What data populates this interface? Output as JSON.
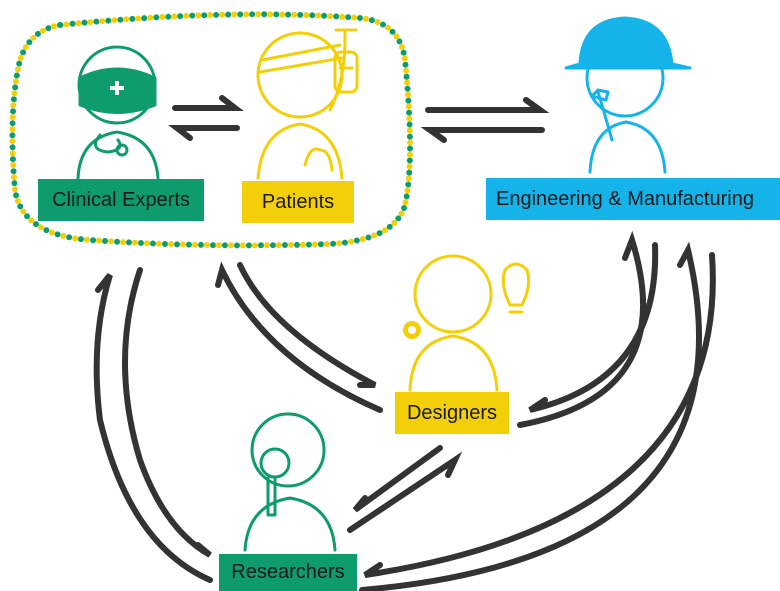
{
  "diagram": {
    "nodes": {
      "clinical_experts": {
        "label": "Clinical Experts",
        "color": "#0e9b6e",
        "icon": "surgeon-icon"
      },
      "patients": {
        "label": "Patients",
        "color": "#f3cf0a",
        "icon": "patient-with-iv-icon"
      },
      "engineering": {
        "label": "Engineering & Manufacturing",
        "color": "#14b4ea",
        "icon": "hardhat-worker-icon"
      },
      "designers": {
        "label": "Designers",
        "color": "#f3cf0a",
        "icon": "designer-idea-icon"
      },
      "researchers": {
        "label": "Researchers",
        "color": "#0e9b6e",
        "icon": "researcher-magnifier-icon"
      }
    },
    "group": {
      "members": [
        "Clinical Experts",
        "Patients"
      ],
      "border_colors": [
        "#0e9b6e",
        "#f3cf0a"
      ]
    },
    "connections": [
      {
        "from": "Clinical Experts",
        "to": "Patients",
        "direction": "bidirectional"
      },
      {
        "from": "Patients",
        "to": "Engineering & Manufacturing",
        "direction": "bidirectional"
      },
      {
        "from": "Clinical Experts / Patients group",
        "to": "Designers",
        "direction": "bidirectional"
      },
      {
        "from": "Clinical Experts / Patients group",
        "to": "Researchers",
        "direction": "bidirectional"
      },
      {
        "from": "Engineering & Manufacturing",
        "to": "Designers",
        "direction": "bidirectional"
      },
      {
        "from": "Engineering & Manufacturing",
        "to": "Researchers",
        "direction": "bidirectional"
      },
      {
        "from": "Designers",
        "to": "Researchers",
        "direction": "bidirectional"
      }
    ],
    "arrow_color": "#333333"
  }
}
